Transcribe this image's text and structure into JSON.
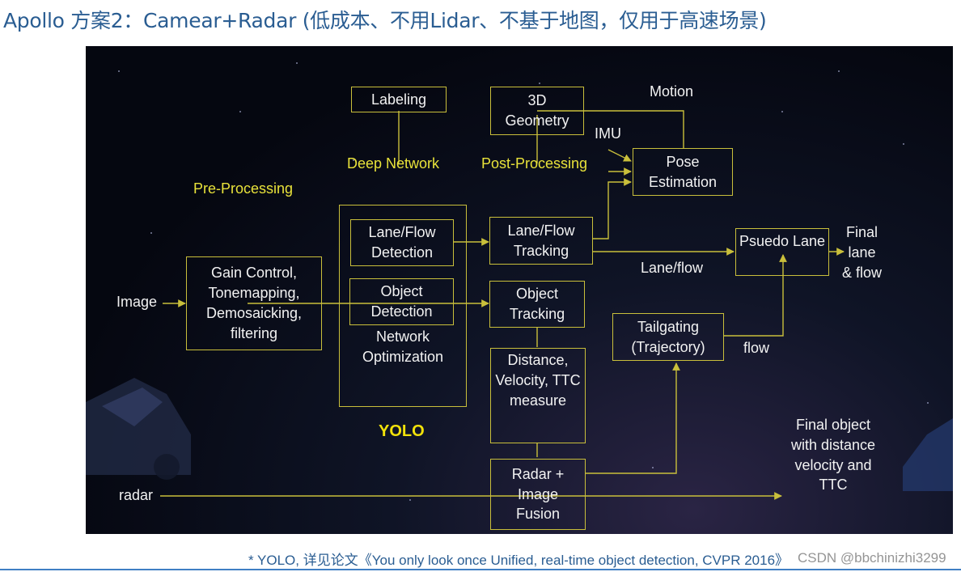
{
  "title": "Apollo 方案2：Camear+Radar (低成本、不用Lidar、不基于地图，仅用于高速场景)",
  "stage_labels": {
    "pre_processing": "Pre-Processing",
    "deep_network": "Deep Network",
    "post_processing": "Post-Processing",
    "yolo": "YOLO"
  },
  "inputs": {
    "image": "Image",
    "radar": "radar",
    "imu": "IMU",
    "motion": "Motion"
  },
  "boxes": {
    "labeling": "Labeling",
    "geometry_3d": "3D\nGeometry",
    "pose_estimation": "Pose\nEstimation",
    "gain_control": "Gain Control,\nTonemapping,\nDemosaicking,\nfiltering",
    "lane_flow_detection": "Lane/Flow\nDetection",
    "object_detection": "Object\nDetection",
    "network_optimization": "Network\nOptimization",
    "lane_flow_tracking": "Lane/Flow\nTracking",
    "object_tracking": "Object\nTracking",
    "distance_velocity": "Distance,\nVelocity, TTC\nmeasure",
    "radar_image_fusion": "Radar +\nImage\nFusion",
    "psuedo_lane": "Psuedo Lane",
    "tailgating": "Tailgating\n(Trajectory)"
  },
  "edge_labels": {
    "lane_flow": "Lane/flow",
    "flow": "flow"
  },
  "outputs": {
    "final_lane": "Final\nlane\n& flow",
    "final_object": "Final object\nwith distance\nvelocity and\nTTC"
  },
  "footnote": "* YOLO, 详见论文《You only look once Unified, real-time object detection, CVPR 2016》",
  "watermark": "CSDN @bbchinizhi3299",
  "colors": {
    "title": "#2a5d92",
    "box_border": "#c9bf3b",
    "stage_label": "#e8e23a",
    "yolo": "#f2e20a",
    "panel_background": "#050710"
  }
}
